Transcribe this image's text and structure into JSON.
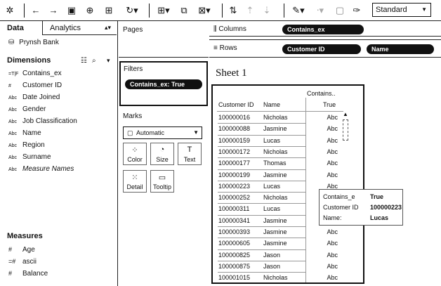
{
  "toolbar": {
    "icons": [
      "tableau-logo-icon",
      "undo-icon",
      "redo-icon",
      "save-icon",
      "new-datasource-icon",
      "pause-updates-icon",
      "refresh-icon",
      "new-worksheet-icon",
      "duplicate-icon",
      "clear-icon",
      "swap-icon",
      "sort-asc-icon",
      "sort-desc-icon",
      "highlight-icon",
      "group-icon",
      "label-icon",
      "fix-axes-icon",
      "pin-icon"
    ],
    "fit_select": "Standard"
  },
  "left_pane": {
    "tab_data": "Data",
    "tab_analytics": "Analytics",
    "datasource": "Prynsh Bank",
    "dimensions_title": "Dimensions",
    "dimensions": [
      {
        "type": "=T|F",
        "name": "Contains_ex",
        "italic": false
      },
      {
        "type": "#",
        "name": "Customer ID",
        "italic": false
      },
      {
        "type": "Abc",
        "name": "Date Joined",
        "italic": false
      },
      {
        "type": "Abc",
        "name": "Gender",
        "italic": false
      },
      {
        "type": "Abc",
        "name": "Job Classification",
        "italic": false
      },
      {
        "type": "Abc",
        "name": "Name",
        "italic": false
      },
      {
        "type": "Abc",
        "name": "Region",
        "italic": false
      },
      {
        "type": "Abc",
        "name": "Surname",
        "italic": false
      },
      {
        "type": "Abc",
        "name": "Measure Names",
        "italic": true
      }
    ],
    "measures_title": "Measures",
    "measures": [
      {
        "type": "#",
        "name": "Age"
      },
      {
        "type": "=#",
        "name": "ascii"
      },
      {
        "type": "#",
        "name": "Balance"
      }
    ]
  },
  "cards": {
    "pages": "Pages",
    "filters": "Filters",
    "filter_pill": "Contains_ex: True",
    "marks": "Marks",
    "mark_type": "Automatic",
    "mark_buttons": [
      "Color",
      "Size",
      "Text",
      "Detail",
      "Tooltip"
    ]
  },
  "shelves": {
    "columns_label": "Columns",
    "rows_label": "Rows",
    "columns_pills": [
      "Contains_ex"
    ],
    "rows_pills": [
      "Customer ID",
      "Name"
    ]
  },
  "sheet": {
    "title": "Sheet 1",
    "col_header_top": "Contains..",
    "col_customer": "Customer ID",
    "col_name": "Name",
    "col_true": "True",
    "rows": [
      {
        "id": "100000016",
        "name": "Nicholas",
        "val": "Abc"
      },
      {
        "id": "100000088",
        "name": "Jasmine",
        "val": "Abc"
      },
      {
        "id": "100000159",
        "name": "Lucas",
        "val": "Abc"
      },
      {
        "id": "100000172",
        "name": "Nicholas",
        "val": "Abc"
      },
      {
        "id": "100000177",
        "name": "Thomas",
        "val": "Abc"
      },
      {
        "id": "100000199",
        "name": "Jasmine",
        "val": "Abc"
      },
      {
        "id": "100000223",
        "name": "Lucas",
        "val": "Abc"
      },
      {
        "id": "100000252",
        "name": "Nicholas",
        "val": "Abc"
      },
      {
        "id": "100000311",
        "name": "Lucas",
        "val": "Abc"
      },
      {
        "id": "100000341",
        "name": "Jasmine",
        "val": "Abc"
      },
      {
        "id": "100000393",
        "name": "Jasmine",
        "val": "Abc"
      },
      {
        "id": "100000605",
        "name": "Jasmine",
        "val": "Abc"
      },
      {
        "id": "100000825",
        "name": "Jason",
        "val": "Abc"
      },
      {
        "id": "100000875",
        "name": "Jason",
        "val": "Abc"
      },
      {
        "id": "100001015",
        "name": "Nicholas",
        "val": "Abc"
      }
    ]
  },
  "tooltip": {
    "k1": "Contains_e",
    "v1": "True",
    "k2": "Customer ID",
    "v2": "100000223",
    "k3": "Name:",
    "v3": "Lucas"
  }
}
